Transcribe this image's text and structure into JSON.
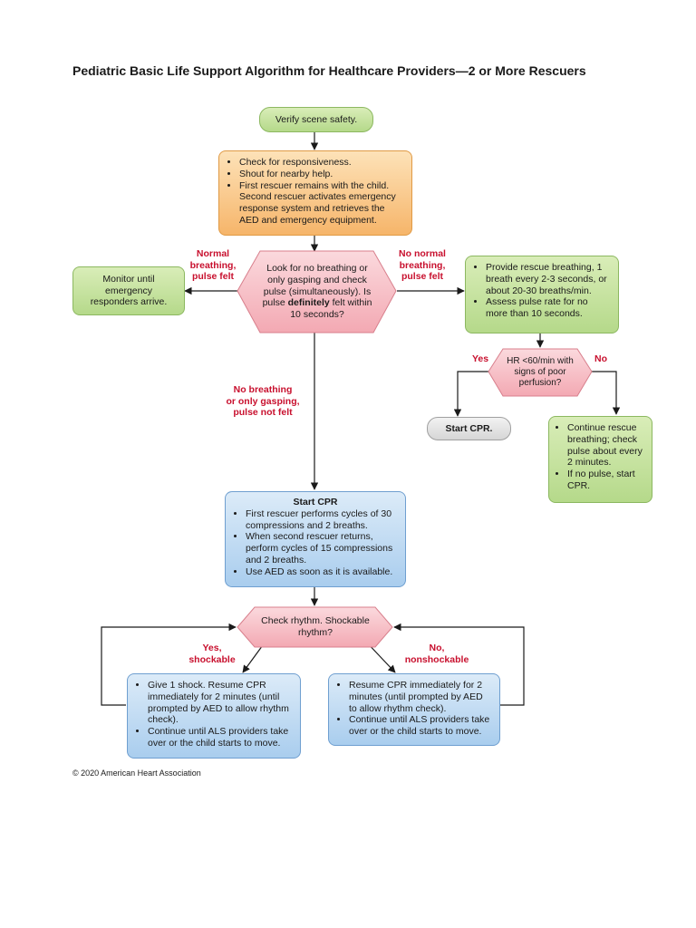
{
  "title": "Pediatric Basic Life Support Algorithm for Healthcare Providers—2 or More Rescuers",
  "nodes": {
    "verify_scene": "Verify scene safety.",
    "check_resp": {
      "items": [
        "Check for responsiveness.",
        "Shout for nearby help.",
        "First rescuer remains with the child. Second rescuer activates emergency response system and retrieves the AED and emergency equipment."
      ]
    },
    "look_pulse": {
      "pre": "Look for no breathing or only gasping and check pulse (simultaneously). Is pulse ",
      "emph": "definitely",
      "post": " felt within 10 seconds?"
    },
    "monitor": "Monitor until emergency responders arrive.",
    "rescue_breathing": {
      "items": [
        "Provide rescue breathing, 1 breath every 2-3 seconds, or about 20-30 breaths/min.",
        "Assess pulse rate for no more than 10 seconds."
      ]
    },
    "hr_check": "HR <60/min with signs of poor perfusion?",
    "start_cpr_gray": "Start CPR.",
    "continue_rescue": {
      "items": [
        "Continue rescue breathing; check pulse about every 2 minutes.",
        "If no pulse, start CPR."
      ]
    },
    "start_cpr_box": {
      "title": "Start CPR",
      "items": [
        "First rescuer performs cycles of 30 compressions and 2 breaths.",
        "When second rescuer returns, perform cycles of 15 compressions and 2 breaths.",
        "Use AED as soon as it is available."
      ]
    },
    "check_rhythm": "Check rhythm. Shockable rhythm?",
    "shock": {
      "items": [
        "Give 1 shock. Resume CPR immediately for 2 minutes (until prompted by AED to allow rhythm check).",
        "Continue until ALS providers take over or the child starts to move."
      ]
    },
    "no_shock": {
      "items": [
        "Resume CPR immediately for 2 minutes (until prompted by AED to allow rhythm check).",
        "Continue until ALS providers take over or the child starts to move."
      ]
    }
  },
  "labels": {
    "normal_breathing": [
      "Normal",
      "breathing,",
      "pulse felt"
    ],
    "no_normal_breathing": [
      "No normal",
      "breathing,",
      "pulse felt"
    ],
    "yes": "Yes",
    "no": "No",
    "no_breathing": [
      "No breathing",
      "or only gasping,",
      "pulse not felt"
    ],
    "yes_shockable": [
      "Yes,",
      "shockable"
    ],
    "no_nonshockable": [
      "No,",
      "nonshockable"
    ]
  },
  "copyright": "© 2020 American Heart Association",
  "colors": {
    "green_fill": "#c4e09c",
    "orange_fill": "#f8c283",
    "blue_fill": "#bcd8f2",
    "pink_fill": "#f7c1c8",
    "gray_fill": "#e0e0e0",
    "label_red": "#c8102e"
  }
}
